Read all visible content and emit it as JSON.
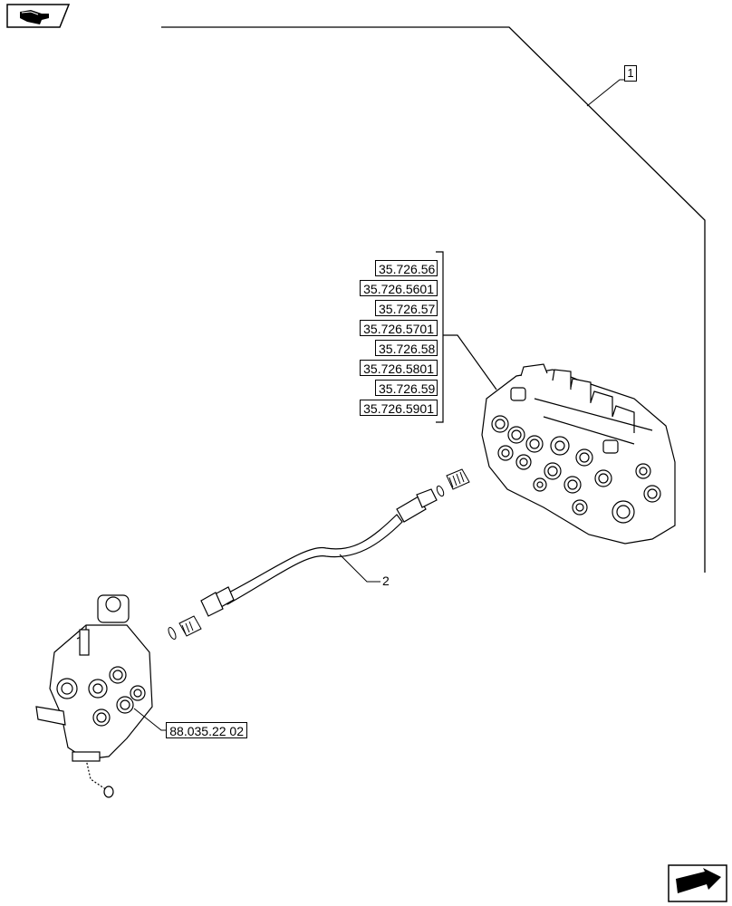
{
  "callouts": {
    "item1": "1",
    "item2": "2"
  },
  "references": {
    "control_valve_group": [
      "35.726.56",
      "35.726.5601",
      "35.726.57",
      "35.726.5701",
      "35.726.58",
      "35.726.5801",
      "35.726.59",
      "35.726.5901"
    ],
    "loader_valve": "88.035.22 02"
  },
  "icons": {
    "top_left": "navigation-book-icon",
    "bottom_right": "next-page-arrow-icon"
  }
}
